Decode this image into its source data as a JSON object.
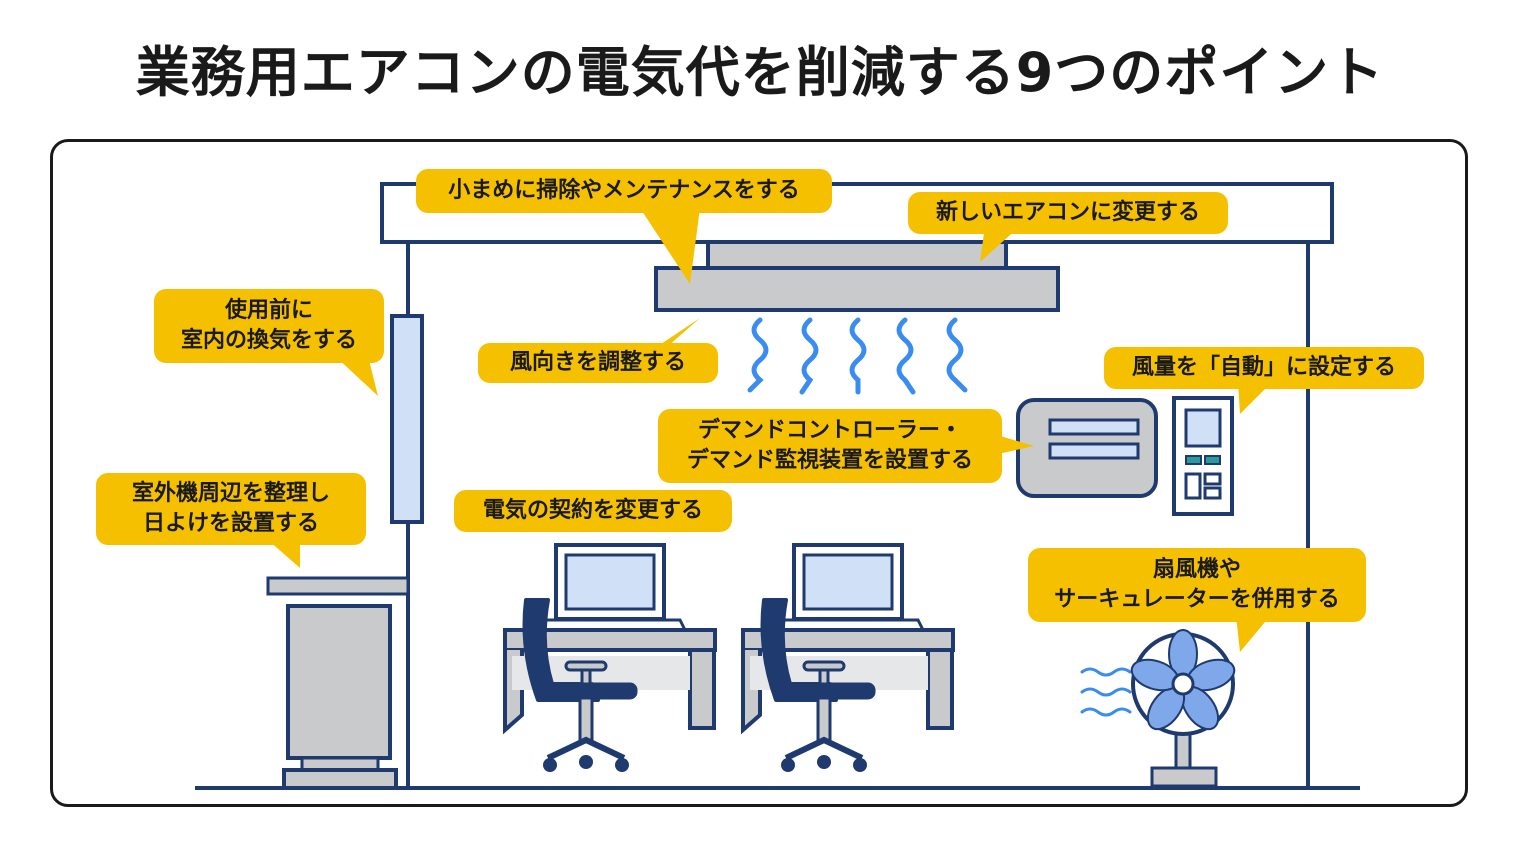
{
  "title": "業務用エアコンの電気代を削減する9つのポイント",
  "points": {
    "clean": "小まめに掃除やメンテナンスをする",
    "new_ac": "新しいエアコンに変更する",
    "ventilate_l1": "使用前に",
    "ventilate_l2": "室内の換気をする",
    "direction": "風向きを調整する",
    "auto_fan": "風量を「自動」に設定する",
    "demand_l1": "デマンドコントローラー・",
    "demand_l2": "デマンド監視装置を設置する",
    "outdoor_l1": "室外機周辺を整理し",
    "outdoor_l2": "日よけを設置する",
    "contract": "電気の契約を変更する",
    "fan_l1": "扇風機や",
    "fan_l2": "サーキュレーターを併用する"
  },
  "colors": {
    "navy": "#1f3a6e",
    "bubble": "#f5c000",
    "gray": "#c9cacc",
    "lightblue": "#cfe0f7",
    "wave": "#3a8cf0"
  }
}
